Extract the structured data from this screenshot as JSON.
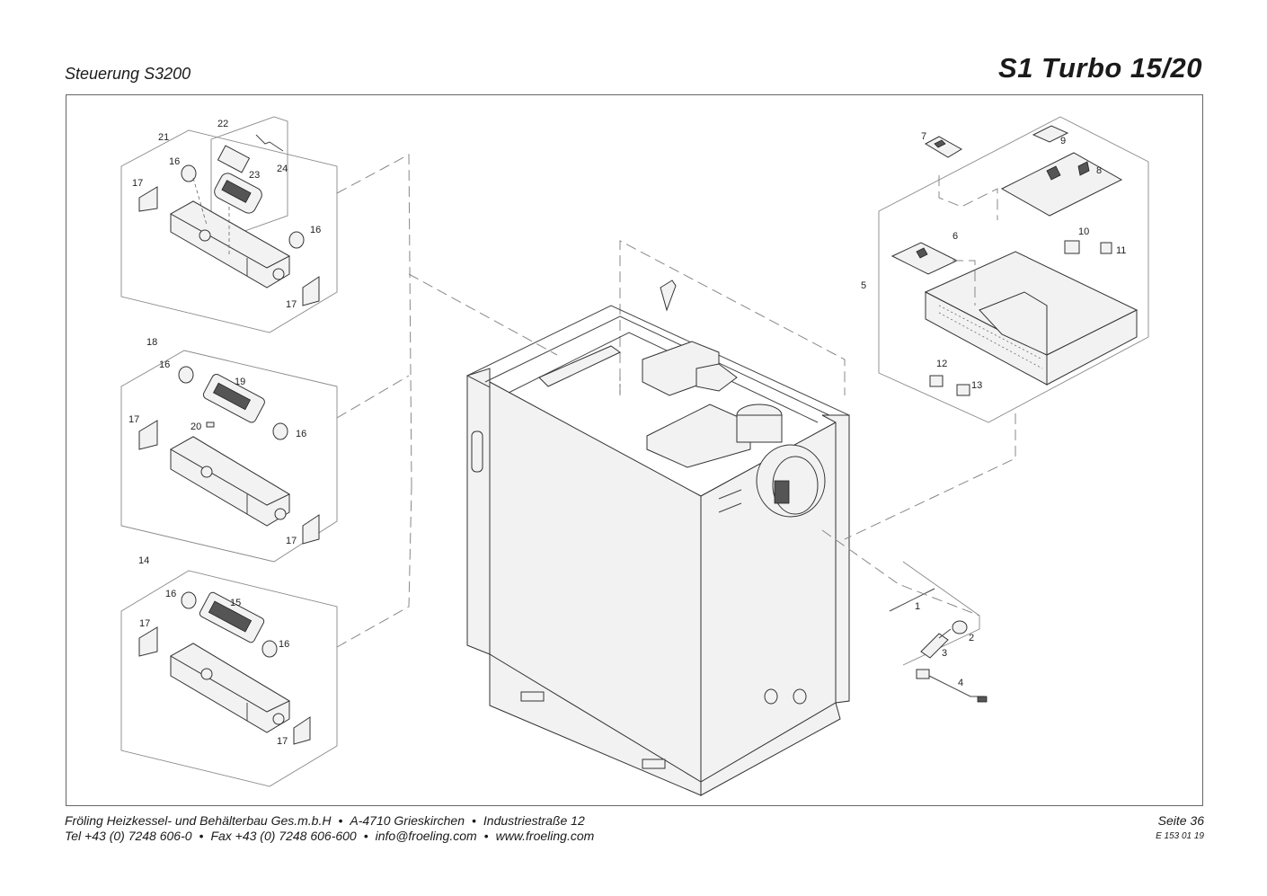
{
  "header": {
    "subtitle": "Steuerung S3200",
    "title": "S1 Turbo 15/20"
  },
  "footer": {
    "company": "Fröling Heizkessel- und Behälterbau Ges.m.b.H",
    "address_city": "A-4710 Grieskirchen",
    "address_street": "Industriestraße 12",
    "phone": "Tel +43 (0) 7248 606-0",
    "fax": "Fax +43 (0) 7248 606-600",
    "email": "info@froeling.com",
    "web": "www.froeling.com",
    "bullet": "•",
    "page": "Seite 36",
    "doc_no": "E 153 01 19"
  },
  "callouts": {
    "c1": "1",
    "c2": "2",
    "c3": "3",
    "c4": "4",
    "c5": "5",
    "c6": "6",
    "c7": "7",
    "c8": "8",
    "c9": "9",
    "c10": "10",
    "c11": "11",
    "c12": "12",
    "c13": "13",
    "c14": "14",
    "c15": "15",
    "c16": "16",
    "c17": "17",
    "c18": "18",
    "c19": "19",
    "c20": "20",
    "c21": "21",
    "c22": "22",
    "c23": "23",
    "c24": "24"
  },
  "colors": {
    "line": "#333333",
    "frame": "#666666",
    "dash": "#888888"
  }
}
